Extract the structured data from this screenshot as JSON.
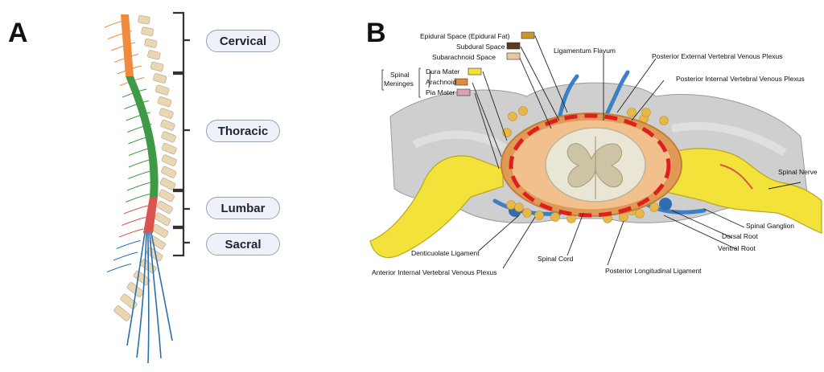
{
  "panels": {
    "a": "A",
    "b": "B"
  },
  "regions": [
    "Cervical",
    "Thoracic",
    "Lumbar",
    "Sacral"
  ],
  "anatomy_labels": {
    "epidural_space": "Epidural Space (Epidural Fat)",
    "subdural_space": "Subdural Space",
    "subarachnoid_space": "Subarachnoid Space",
    "spinal_meninges_line1": "Spinal",
    "spinal_meninges_line2": "Meninges",
    "dura_mater": "Dura Mater",
    "arachnoid": "Arachnoid",
    "pia_mater": "Pia Mater",
    "ligamentum_flavum": "Ligamentum Flavum",
    "posterior_external_plexus": "Posterior External Vertebral Venous Plexus",
    "posterior_internal_plexus": "Posterior Internal Vertebral Venous Plexus",
    "spinal_nerve": "Spinal Nerve",
    "spinal_ganglion": "Spinal Ganglion",
    "dorsal_root": "Dorsal Root",
    "ventral_root": "Ventral Root",
    "denticulate_ligament": "Denticuolate Ligament",
    "anterior_internal_plexus": "Anterior Internal Vertebral Venous Plexus",
    "spinal_cord": "Spinal Cord",
    "posterior_longitudinal_ligament": "Posterior Longitudinal Ligament"
  },
  "colors": {
    "cervical": "#f08a3c",
    "thoracic": "#3f9a45",
    "lumbar": "#d9534f",
    "sacral": "#2b6fb0",
    "bone": "#e8d6b4",
    "nerve_yellow": "#f2e23a",
    "highlight_ellipse": "#e01e1e"
  }
}
